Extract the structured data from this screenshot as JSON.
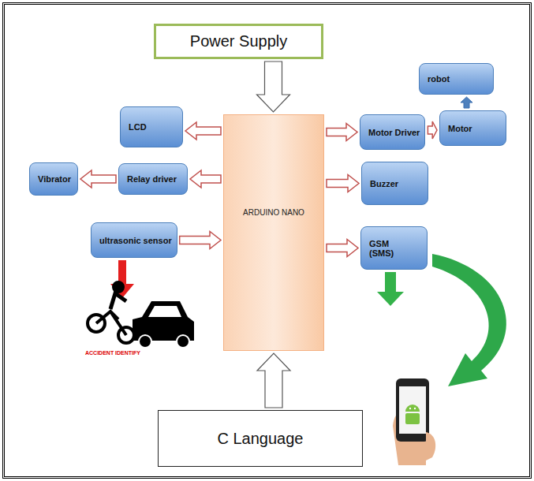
{
  "diagram": {
    "nodes": [
      {
        "text": [
          "Power Supply"
        ]
      },
      {
        "text": [
          "LCD"
        ]
      },
      {
        "text": [
          "ARDUINO NANO"
        ]
      },
      {
        "text": [
          "Motor Driver"
        ]
      },
      {
        "text": [
          "robot"
        ]
      },
      {
        "text": [
          "Motor"
        ]
      },
      {
        "text": [
          "Vibrator"
        ]
      },
      {
        "text": [
          "Relay driver"
        ]
      },
      {
        "text": [
          "Buzzer"
        ]
      },
      {
        "text": [
          "ultrasonic sensor"
        ]
      },
      {
        "text": [
          "GSM",
          "(SMS)"
        ]
      },
      {
        "text": [
          "C Language"
        ]
      }
    ],
    "edges": [
      {
        "from": 0,
        "to": 2,
        "arrow": "to"
      },
      {
        "from": 2,
        "to": 1,
        "arrow": "to"
      },
      {
        "from": 2,
        "to": 7,
        "arrow": "to"
      },
      {
        "from": 7,
        "to": 6,
        "arrow": "to"
      },
      {
        "from": 9,
        "to": 2,
        "arrow": "to"
      },
      {
        "from": 2,
        "to": 3,
        "arrow": "to"
      },
      {
        "from": 3,
        "to": 5,
        "arrow": "to"
      },
      {
        "from": 5,
        "to": 4,
        "arrow": "to"
      },
      {
        "from": 2,
        "to": 8,
        "arrow": "to"
      },
      {
        "from": 2,
        "to": 10,
        "arrow": "to"
      },
      {
        "from": 11,
        "to": 2,
        "arrow": "to"
      }
    ],
    "labels": [
      "ACCIDENT IDENTIFY"
    ]
  }
}
